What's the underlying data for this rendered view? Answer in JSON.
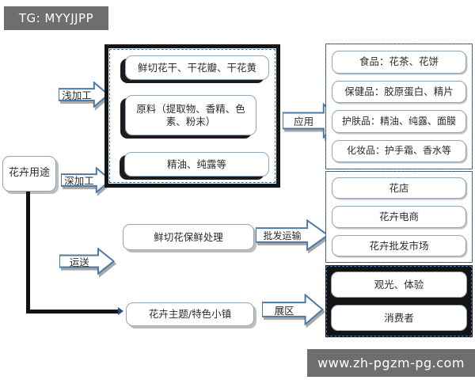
{
  "badges": {
    "tg": "TG: MYYJJPP",
    "watermark": "www.zh-pgzm-pg.com"
  },
  "root": {
    "label": "花卉用途"
  },
  "arrows": {
    "shallow_processing": "浅加工",
    "deep_processing": "深加工",
    "application": "应用",
    "transport": "运送",
    "wholesale_transport": "批发运输",
    "exhibition": "展区"
  },
  "processing_group": {
    "items": [
      "鲜切花干、干花瓣、干花黄",
      "原料（提取物、香精、色素、粉末）",
      "精油、纯露等"
    ]
  },
  "applications_group": {
    "items": [
      "食品：花茶、花饼",
      "保健品：胶原蛋白、精片",
      "护肤品：精油、纯露、面膜",
      "化妆品：护手霜、香水等"
    ]
  },
  "sales_group": {
    "items": [
      "花店",
      "花卉电商",
      "花卉批发市场"
    ]
  },
  "experience_group": {
    "items": [
      "观光、体验",
      "消费者"
    ]
  },
  "flow_nodes": {
    "preservation": "鲜切花保鲜处理",
    "theme_town": "花卉主题/特色小镇"
  },
  "colors": {
    "node_border": "#8fa6bd",
    "arrow_border": "#4a7aa8",
    "group_border": "#151515",
    "badge_background": "#6e6e6e",
    "selection_dash": "#3a6ea5",
    "text": "#2b2b2b"
  }
}
